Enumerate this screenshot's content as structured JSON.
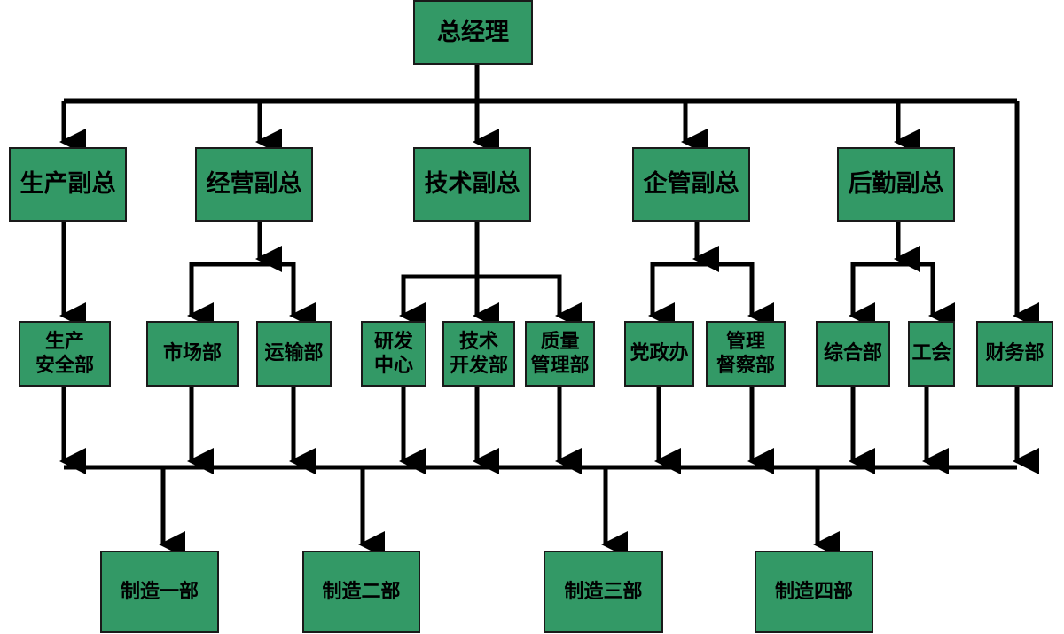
{
  "colors": {
    "box_fill": "#339966",
    "line": "#000000"
  },
  "ceo": {
    "label": "总经理"
  },
  "vps": [
    {
      "label": "生产副总"
    },
    {
      "label": "经营副总"
    },
    {
      "label": "技术副总"
    },
    {
      "label": "企管副总"
    },
    {
      "label": "后勤副总"
    }
  ],
  "departments": [
    {
      "label": "生产\n安全部"
    },
    {
      "label": "市场部"
    },
    {
      "label": "运输部"
    },
    {
      "label": "研发\n中心"
    },
    {
      "label": "技术\n开发部"
    },
    {
      "label": "质量\n管理部"
    },
    {
      "label": "党政办"
    },
    {
      "label": "管理\n督察部"
    },
    {
      "label": "综合部"
    },
    {
      "label": "工会"
    },
    {
      "label": "财务部"
    }
  ],
  "factories": [
    {
      "label": "制造一部"
    },
    {
      "label": "制造二部"
    },
    {
      "label": "制造三部"
    },
    {
      "label": "制造四部"
    }
  ]
}
